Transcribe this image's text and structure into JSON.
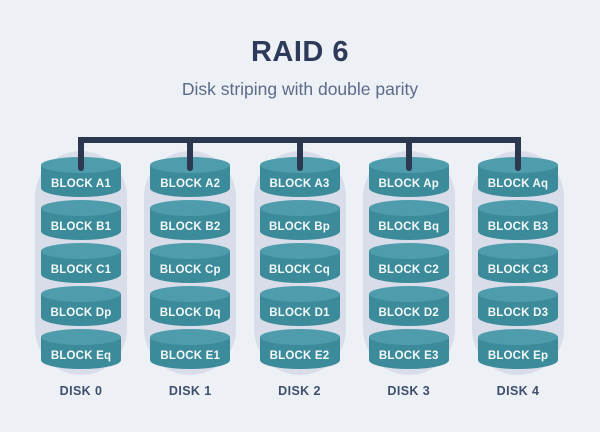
{
  "title": "RAID 6",
  "subtitle": "Disk striping with double parity",
  "colors": {
    "bg": "#edf0f5",
    "capsule": "#d8dde9",
    "cyl_top": "#4f9dac",
    "cyl_body": "#3c8b9a",
    "bus": "#2b3850",
    "title": "#2d3a5a",
    "subtitle": "#5b6b88",
    "disk_label": "#3e4f6d",
    "block_text": "#f4f8f9"
  },
  "disks": [
    {
      "label": "DISK 0",
      "blocks": [
        "BLOCK A1",
        "BLOCK B1",
        "BLOCK C1",
        "BLOCK Dp",
        "BLOCK Eq"
      ]
    },
    {
      "label": "DISK 1",
      "blocks": [
        "BLOCK A2",
        "BLOCK B2",
        "BLOCK Cp",
        "BLOCK Dq",
        "BLOCK E1"
      ]
    },
    {
      "label": "DISK 2",
      "blocks": [
        "BLOCK A3",
        "BLOCK Bp",
        "BLOCK Cq",
        "BLOCK D1",
        "BLOCK E2"
      ]
    },
    {
      "label": "DISK 3",
      "blocks": [
        "BLOCK Ap",
        "BLOCK Bq",
        "BLOCK C2",
        "BLOCK D2",
        "BLOCK E3"
      ]
    },
    {
      "label": "DISK 4",
      "blocks": [
        "BLOCK Aq",
        "BLOCK B3",
        "BLOCK C3",
        "BLOCK D3",
        "BLOCK Ep"
      ]
    }
  ]
}
